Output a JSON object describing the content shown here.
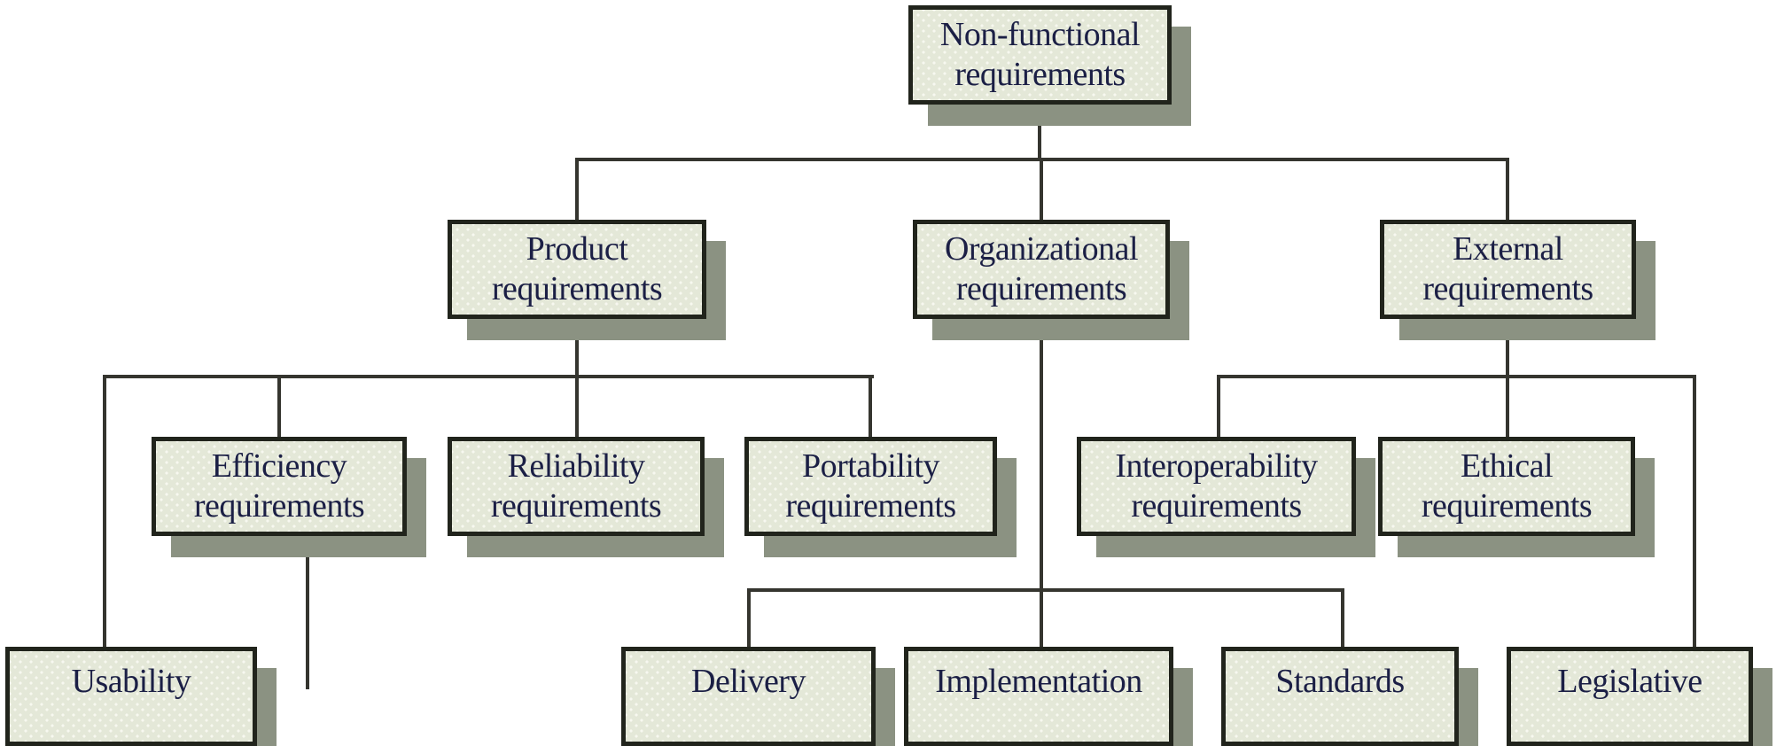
{
  "nodes": {
    "nonfunctional": {
      "label": "Non-functional requirements"
    },
    "product": {
      "label": "Product requirements"
    },
    "organizational": {
      "label": "Organizational requirements"
    },
    "external": {
      "label": "External requirements"
    },
    "efficiency": {
      "label": "Efficiency requirements"
    },
    "reliability": {
      "label": "Reliability requirements"
    },
    "portability": {
      "label": "Portability requirements"
    },
    "interoperability": {
      "label": "Interoperability requirements"
    },
    "ethical": {
      "label": "Ethical requirements"
    },
    "usability": {
      "label": "Usability"
    },
    "delivery": {
      "label": "Delivery"
    },
    "implementation": {
      "label": "Implementation"
    },
    "standards": {
      "label": "Standards"
    },
    "legislative": {
      "label": "Legislative"
    }
  },
  "edges": [
    {
      "from": "nonfunctional",
      "to": "product"
    },
    {
      "from": "nonfunctional",
      "to": "organizational"
    },
    {
      "from": "nonfunctional",
      "to": "external"
    },
    {
      "from": "product",
      "to": "usability"
    },
    {
      "from": "product",
      "to": "efficiency"
    },
    {
      "from": "product",
      "to": "reliability"
    },
    {
      "from": "product",
      "to": "portability"
    },
    {
      "from": "organizational",
      "to": "delivery"
    },
    {
      "from": "organizational",
      "to": "implementation"
    },
    {
      "from": "organizational",
      "to": "standards"
    },
    {
      "from": "external",
      "to": "interoperability"
    },
    {
      "from": "external",
      "to": "ethical"
    },
    {
      "from": "external",
      "to": "legislative"
    }
  ],
  "colors": {
    "background": "#ffffff",
    "box-fill": "#e4e8d8",
    "box-dot": "#f7f8f0",
    "box-border": "#21241c",
    "box-shadow": "#8b9282",
    "text": "#1b1f45",
    "line": "#35352f"
  }
}
